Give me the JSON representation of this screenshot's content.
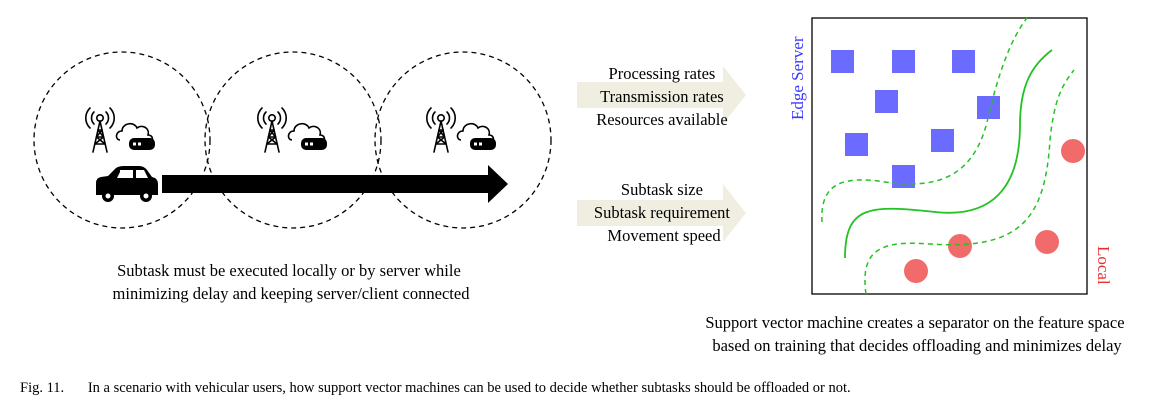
{
  "left_panel": {
    "description_lines": [
      "Subtask must be executed locally or by server while",
      "minimizing delay and keeping server/client connected"
    ]
  },
  "features": {
    "group1": [
      "Processing rates",
      "Transmission rates",
      "Resources available"
    ],
    "group2": [
      "Subtask size",
      "Subtask requirement",
      "Movement speed"
    ]
  },
  "svm_plot": {
    "edge_label": "Edge Server",
    "local_label": "Local",
    "edge_color": "#6b6bff",
    "local_color": "#f26b6b",
    "separator_color": "#22c322",
    "description_lines": [
      "Support vector machine creates a separator on the feature space",
      "based on training that decides offloading and minimizes delay"
    ]
  },
  "caption": {
    "number": "Fig. 11.",
    "text": "In a scenario with vehicular users, how support vector machines can be used to decide whether subtasks should be offloaded or not."
  },
  "icons": [
    "radio-tower-icon",
    "cloud-server-icon",
    "car-icon",
    "direction-arrow"
  ]
}
